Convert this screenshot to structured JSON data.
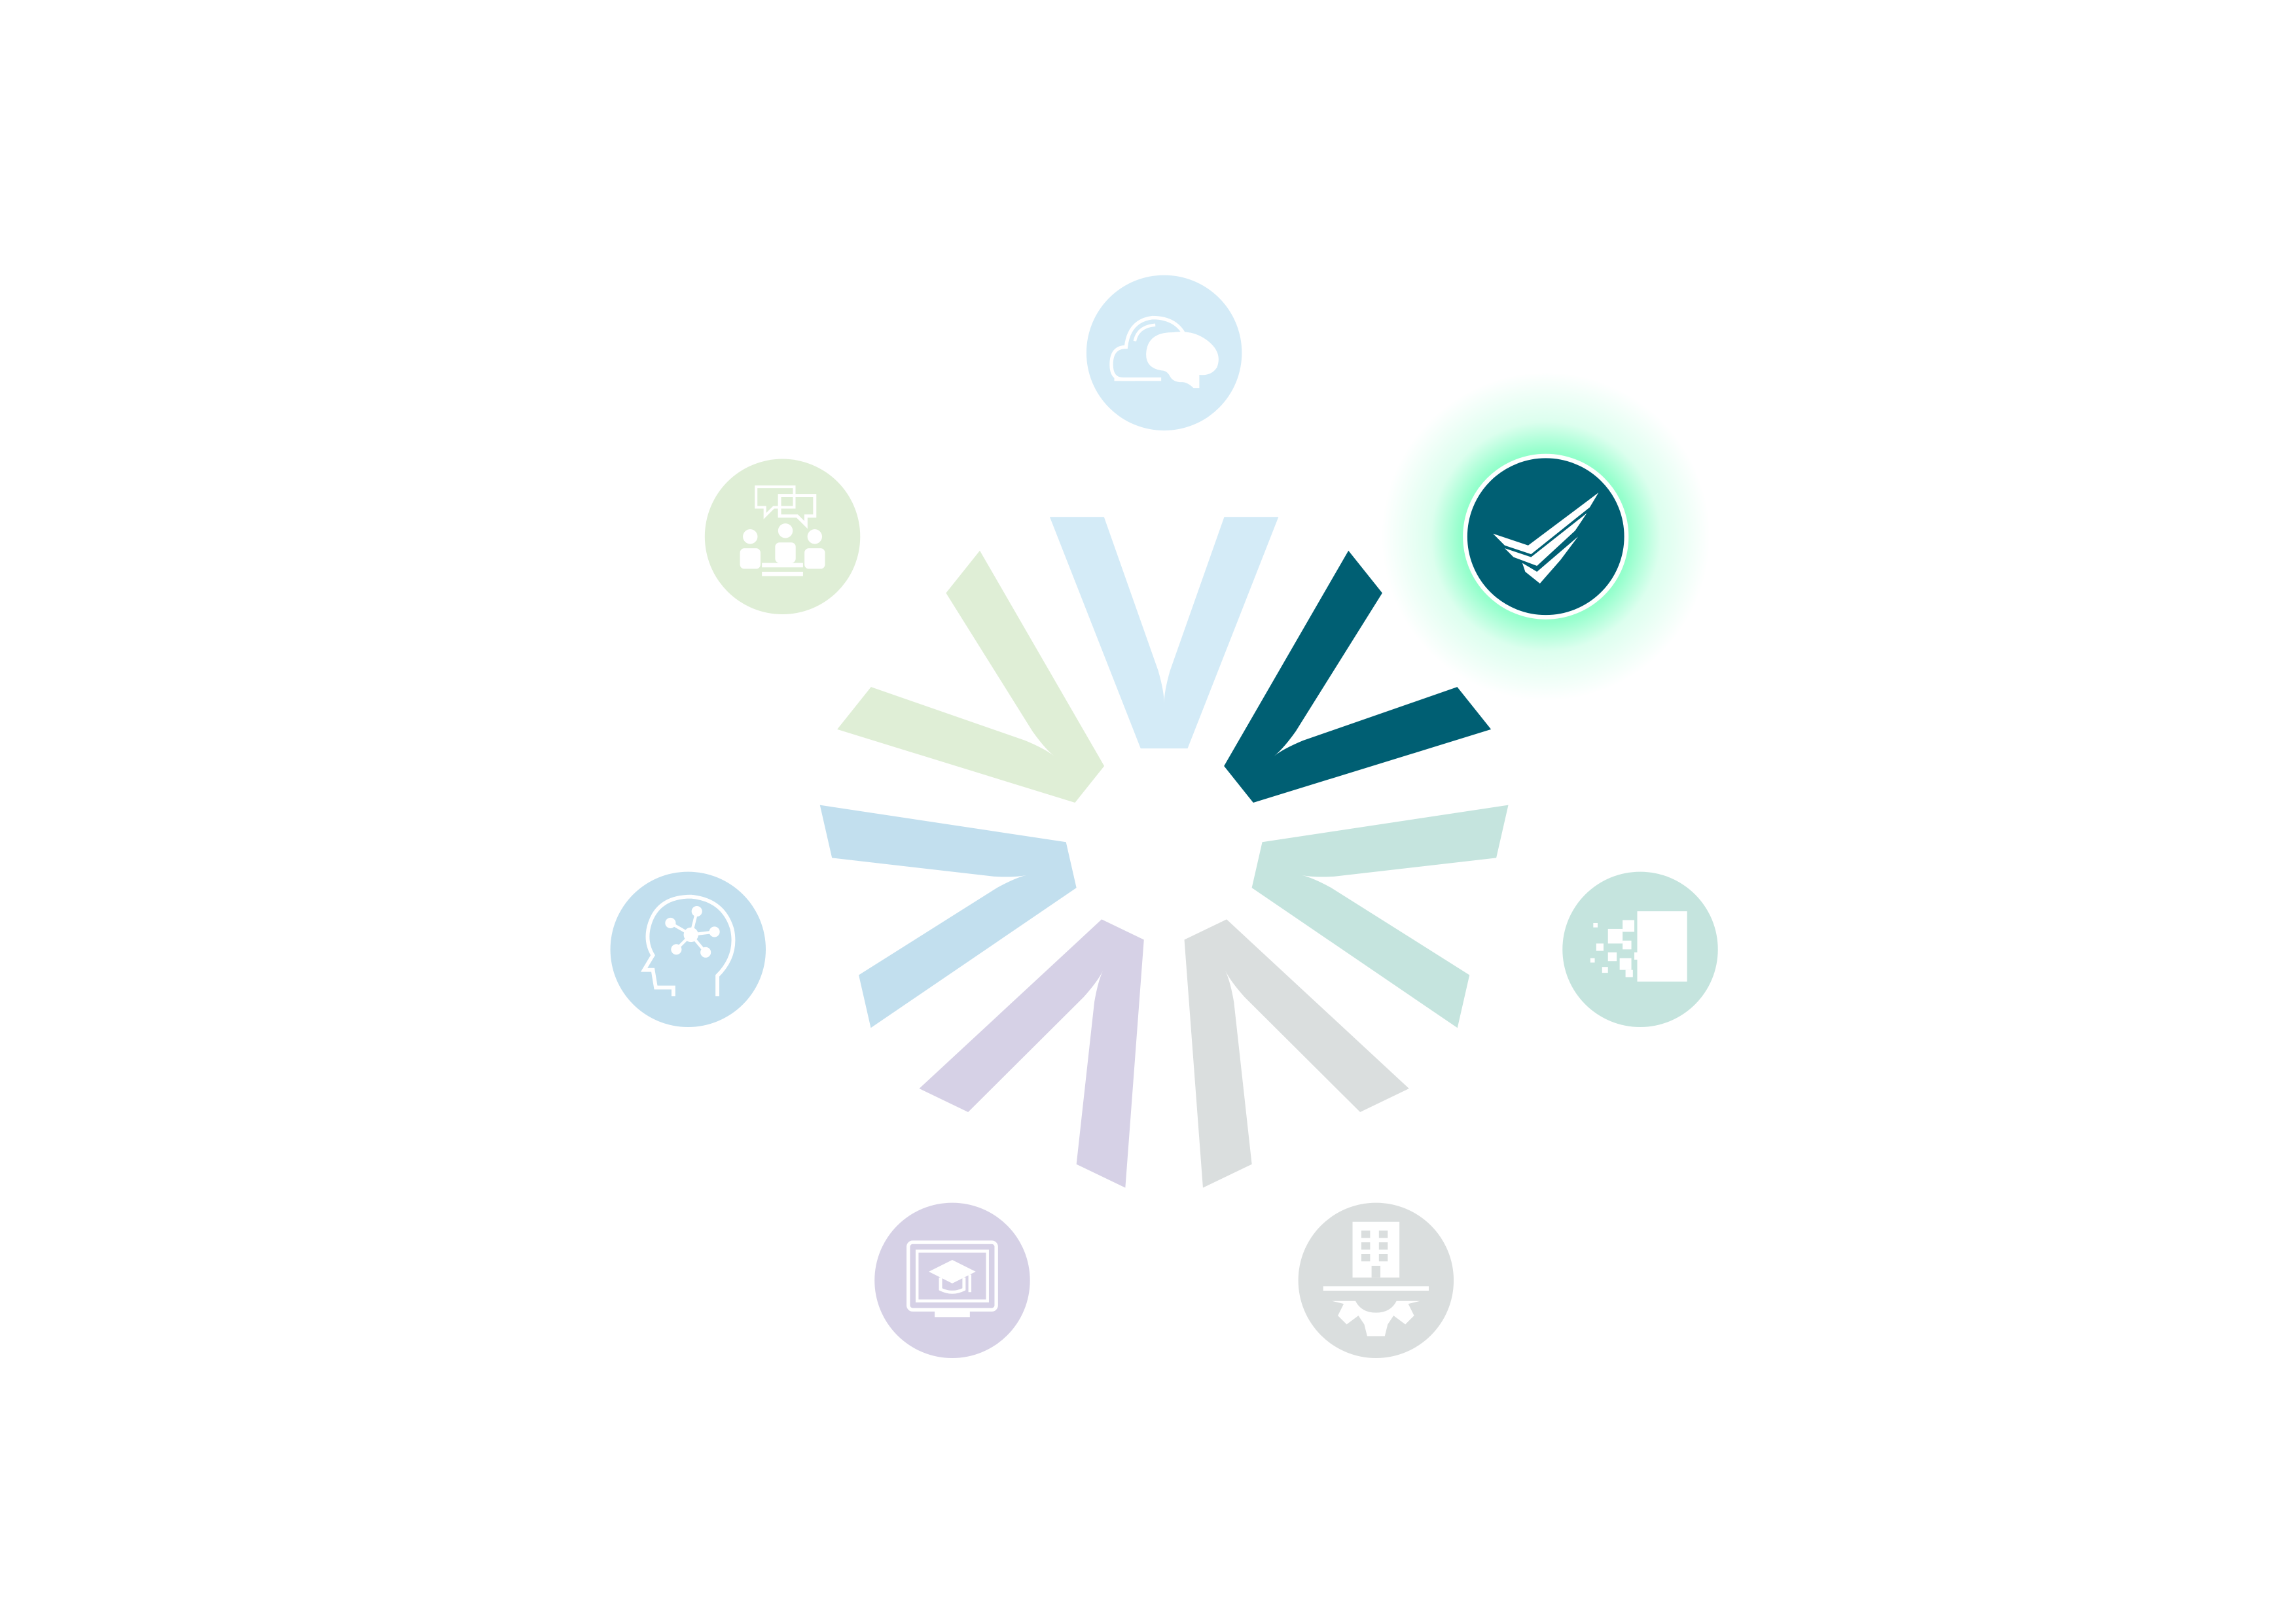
{
  "diagram": {
    "active_segment": "quality-check",
    "segments": [
      {
        "id": "cloud-ai",
        "icon": "cloud-brain-icon",
        "color": "#d4ebf7",
        "active": false
      },
      {
        "id": "quality-check",
        "icon": "checkmark-shield-icon",
        "color": "#005f73",
        "active": true,
        "glow_color": "#3dffa2"
      },
      {
        "id": "data-transform",
        "icon": "pixel-dissolve-icon",
        "color": "#c5e4de",
        "active": false
      },
      {
        "id": "industry",
        "icon": "building-gear-icon",
        "color": "#dadede",
        "active": false
      },
      {
        "id": "e-learning",
        "icon": "monitor-graduation-icon",
        "color": "#d6d1e6",
        "active": false
      },
      {
        "id": "ai-mind",
        "icon": "head-network-icon",
        "color": "#c2dfee",
        "active": false
      },
      {
        "id": "collaboration",
        "icon": "team-discussion-icon",
        "color": "#dfeed6",
        "active": false
      }
    ]
  }
}
